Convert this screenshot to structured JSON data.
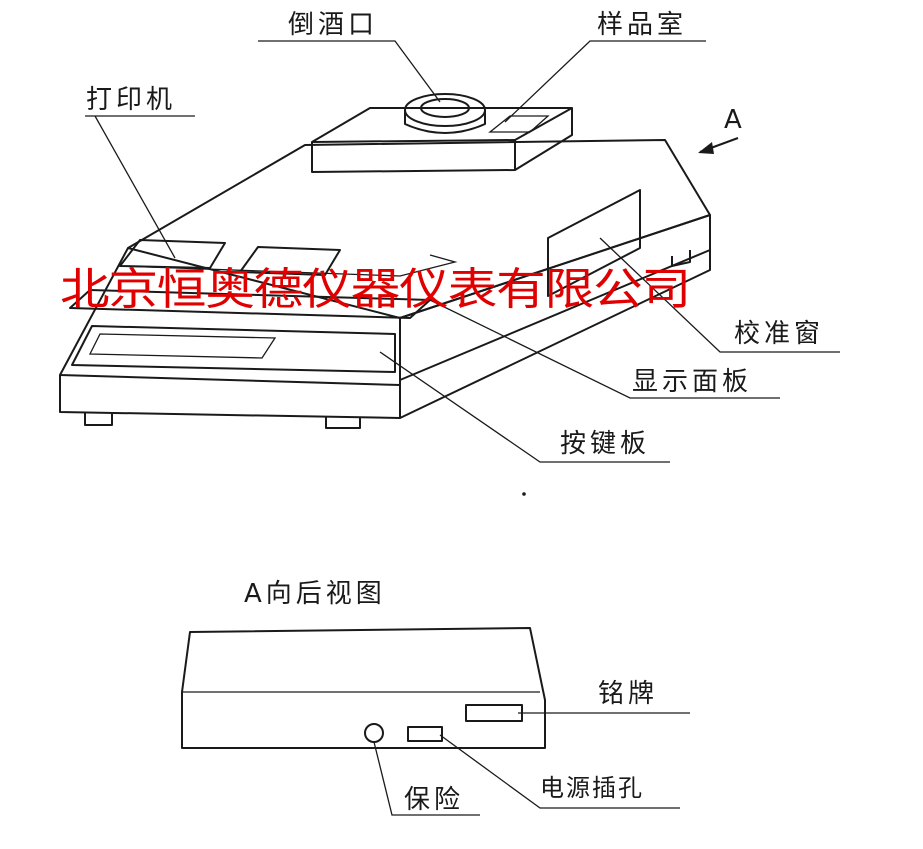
{
  "labels": {
    "pour_spout": "倒酒口",
    "sample_chamber": "样品室",
    "printer": "打印机",
    "view_marker": "A",
    "calibration_window": "校准窗",
    "display_panel": "显示面板",
    "keypad": "按键板",
    "rear_view_title": "A向后视图",
    "nameplate": "铭牌",
    "fuse": "保险",
    "power_socket": "电源插孔"
  },
  "watermark": {
    "text": "北京恒奥德仪器仪表有限公司",
    "color": "#e00000"
  }
}
